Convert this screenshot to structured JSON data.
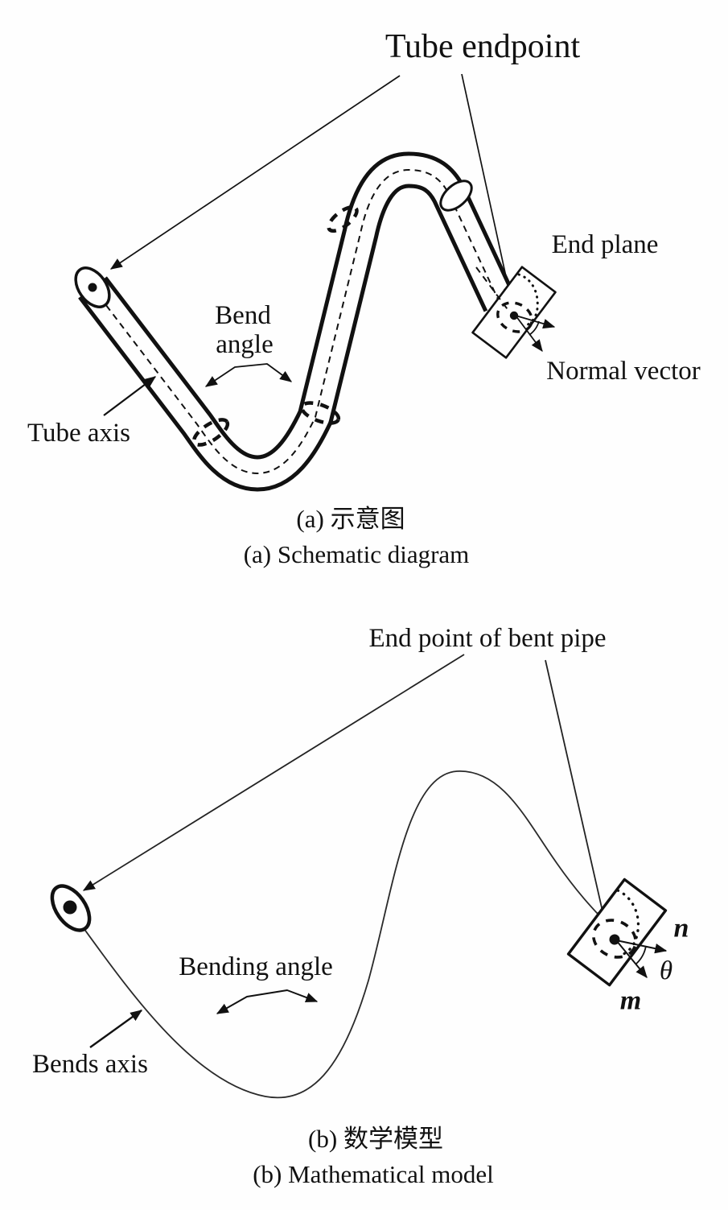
{
  "figure_a": {
    "labels": {
      "tube_endpoint": "Tube endpoint",
      "end_plane": "End plane",
      "normal_vector": "Normal vector",
      "bend_angle_line1": "Bend",
      "bend_angle_line2": "angle",
      "tube_axis": "Tube axis"
    },
    "caption_zh": "(a) 示意图",
    "caption_en": "(a) Schematic diagram"
  },
  "figure_b": {
    "labels": {
      "end_point": "End point of bent pipe",
      "bending_angle": "Bending angle",
      "bends_axis": "Bends axis",
      "vector_n": "n",
      "angle_theta": "θ",
      "vector_m": "m"
    },
    "caption_zh": "(b) 数学模型",
    "caption_en": "(b) Mathematical model"
  },
  "colors": {
    "ink": "#111111",
    "background": "#fefefe"
  }
}
